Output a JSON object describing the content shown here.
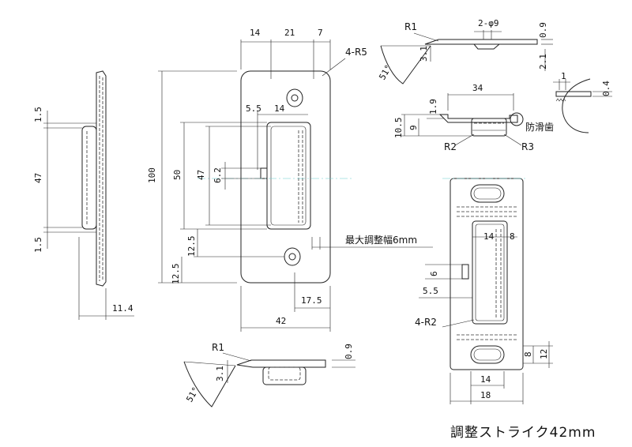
{
  "title": "調整ストライク42mm",
  "side_view": {
    "dim_top": "1.5",
    "dim_mid": "47",
    "dim_bot": "1.5",
    "dim_thick": "11.4"
  },
  "front_view": {
    "dim_w14": "14",
    "dim_w21": "21",
    "dim_w7": "7",
    "corner_label": "4-R5",
    "dim_55": "5.5",
    "dim_14b": "14",
    "dim_100": "100",
    "dim_50": "50",
    "dim_47": "47",
    "dim_62": "6.2",
    "dim_125a": "12.5",
    "dim_125b": "12.5",
    "dim_175": "17.5",
    "dim_42": "42",
    "adjust_note": "最大調整幅6mm"
  },
  "bottom_view": {
    "r1": "R1",
    "dim_31": "3.1",
    "dim_09": "0.9",
    "angle": "51°"
  },
  "top_right": {
    "r1": "R1",
    "holes": "2-φ9",
    "dim_09": "0.9",
    "dim_31": "3.1",
    "dim_21": "2.1",
    "angle": "51°"
  },
  "section_view": {
    "dim_34": "34",
    "dim_19": "1.9",
    "dim_105": "10.5",
    "dim_9": "9",
    "r2": "R2",
    "r3": "R3",
    "note": "防滑歯"
  },
  "detail_view": {
    "dim_1": "1",
    "dim_04": "0.4"
  },
  "plate_view": {
    "dim_14": "14",
    "dim_8": "8",
    "dim_6": "6",
    "dim_55": "5.5",
    "r_label": "4-R2",
    "dim_8b": "8",
    "dim_12": "12",
    "dim_14b": "14",
    "dim_18": "18"
  }
}
